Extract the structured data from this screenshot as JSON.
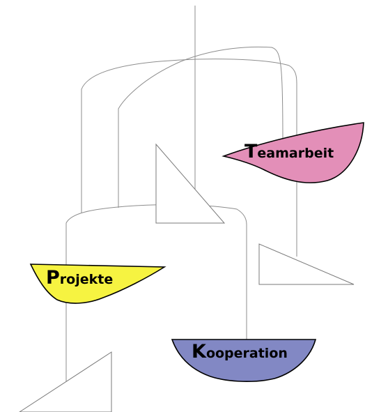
{
  "mobile": {
    "labels": {
      "teamarbeit": {
        "initial": "T",
        "rest": "eamarbeit"
      },
      "projekte": {
        "initial": "P",
        "rest": "rojekte"
      },
      "kooperation": {
        "initial": "K",
        "rest": "ooperation"
      }
    },
    "colors": {
      "teamarbeit": "#e38fb8",
      "projekte": "#f6f341",
      "kooperation": "#8288c4",
      "wire": "#8c8c8c",
      "outline": "#000000"
    }
  }
}
